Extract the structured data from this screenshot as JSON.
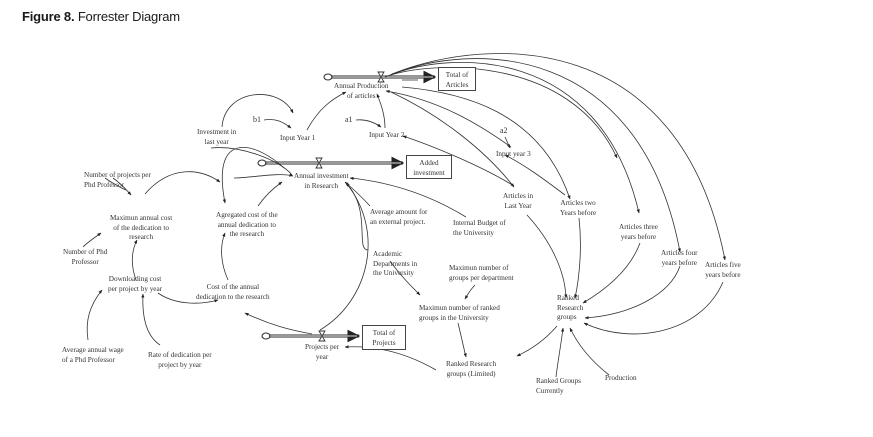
{
  "figure": {
    "label": "Figure 8.",
    "title": "Forrester Diagram"
  },
  "stocks": {
    "total_articles": [
      "Total of",
      "Articles"
    ],
    "added_investment": [
      "Added",
      "investment"
    ],
    "total_projects": [
      "Total of",
      "Projects"
    ]
  },
  "flows": {
    "annual_production": [
      "Annual Production",
      "of articles"
    ],
    "annual_investment": [
      "Annual investment",
      "in Research"
    ],
    "projects_per_year": [
      "Projects per",
      "year"
    ]
  },
  "auxiliaries": {
    "investment_last_year": [
      "Investment in",
      "last year"
    ],
    "b1": "b1",
    "a1": "a1",
    "a2": "a2",
    "input_year_1": "Input Year 1",
    "input_year_2": "Input Year 2",
    "input_year_3": "Input year 3",
    "articles_last_year": [
      "Articles in",
      "Last Year"
    ],
    "articles_two_years": [
      "Articles two",
      "Years before"
    ],
    "articles_three_years": [
      "Articles three",
      "years before"
    ],
    "articles_four_years": [
      "Articles four",
      "years before"
    ],
    "articles_five_years": [
      "Articles five",
      "years before"
    ],
    "projects_per_phd": [
      "Number of projects per",
      "Phd Professor"
    ],
    "max_annual_cost": [
      "Maximun annual cost",
      "of the dedication to",
      "research"
    ],
    "aggregated_cost": [
      "Agregated cost of the",
      "annual dedication to",
      "the research"
    ],
    "number_phd": [
      "Number of Phd",
      "Professor"
    ],
    "downloading_cost": [
      "Downloading cost",
      "per project  by year"
    ],
    "cost_annual_dedication": [
      "Cost of the annual",
      "dedication to the research"
    ],
    "average_wage": [
      "Average annual wage",
      "of a Phd Professor"
    ],
    "rate_dedication": [
      "Rate of dedication per",
      "project by year"
    ],
    "average_amount": [
      "Average amount for",
      "an external project."
    ],
    "internal_budget": [
      "Internal Budget of",
      "the University"
    ],
    "academic_departments": [
      "Academic",
      "Departments in",
      "the University"
    ],
    "max_groups_department": [
      "Maximun number of",
      "groups per department"
    ],
    "max_ranked_groups": [
      "Maximun number of ranked",
      "groups in the University"
    ],
    "ranked_groups_limited": [
      "Ranked Research",
      "groups (Limited)"
    ],
    "ranked_research_groups": [
      "Ranked",
      "Research",
      "groups"
    ],
    "ranked_groups_currently": [
      "Ranked Groups",
      "Currently"
    ],
    "production": "Production"
  }
}
